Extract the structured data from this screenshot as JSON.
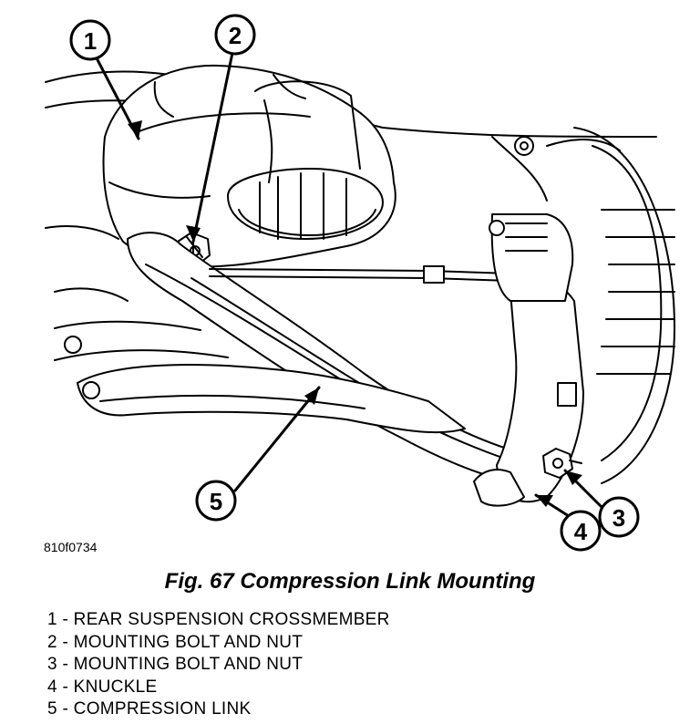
{
  "figure_id": "810f0734",
  "caption": "Fig. 67 Compression Link Mounting",
  "callouts": [
    {
      "number": "1",
      "text": "REAR SUSPENSION CROSSMEMBER"
    },
    {
      "number": "2",
      "text": "MOUNTING BOLT AND NUT"
    },
    {
      "number": "3",
      "text": "MOUNTING BOLT AND NUT"
    },
    {
      "number": "4",
      "text": "KNUCKLE"
    },
    {
      "number": "5",
      "text": "COMPRESSION LINK"
    }
  ],
  "colors": {
    "ink": "#000000",
    "background": "#ffffff",
    "shade": "#e6e6e6"
  }
}
